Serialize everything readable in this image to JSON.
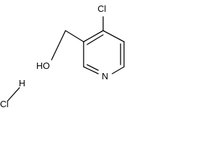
{
  "molecule": {
    "atoms": {
      "chlorine_ring": "Cl",
      "nitrogen": "N",
      "hydroxyl": "HO",
      "hydrogen_salt": "H",
      "chlorine_salt": "Cl"
    }
  }
}
